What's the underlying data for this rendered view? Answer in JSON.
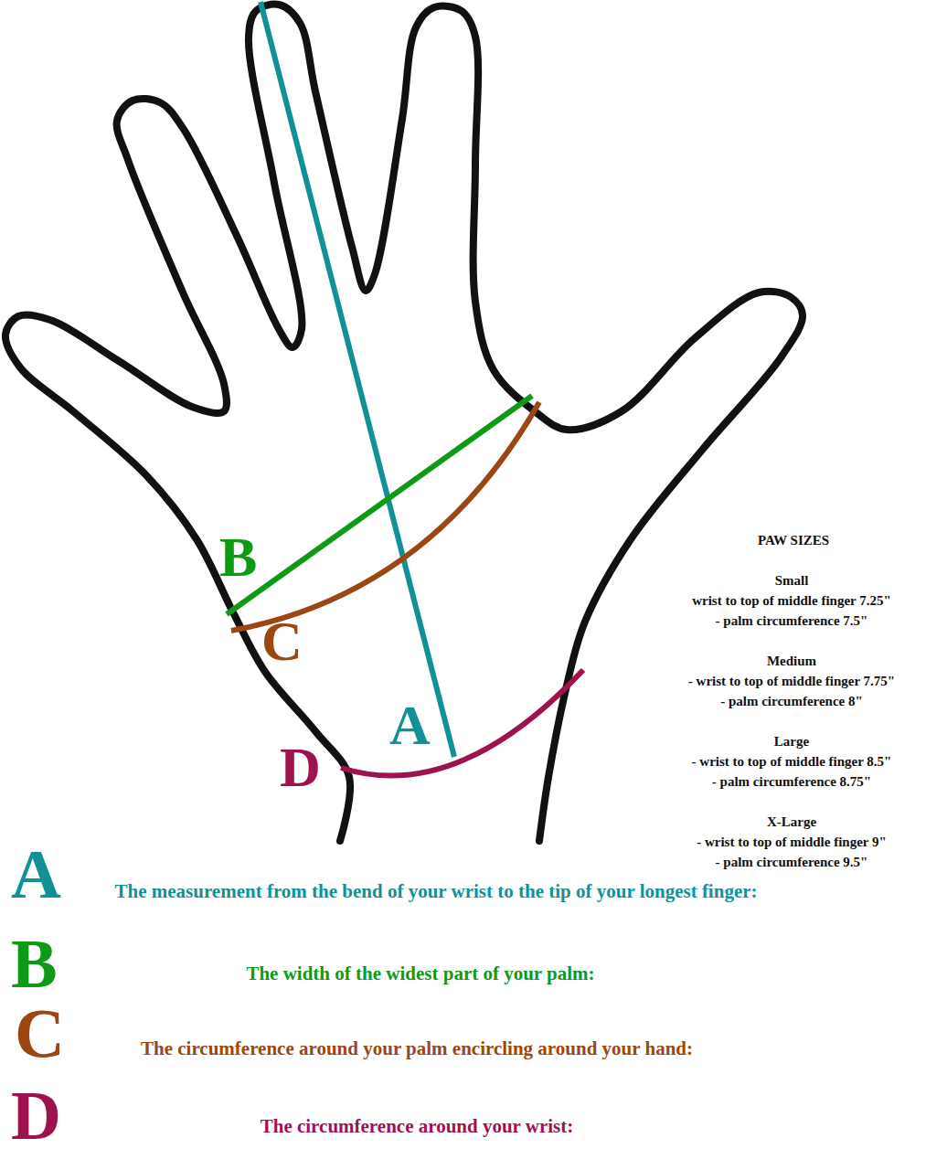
{
  "diagram": {
    "labels": [
      "B",
      "C",
      "A",
      "D",
      "PAW SIZES",
      "Small",
      "wrist to top of middle finger 7.25\"",
      "- palm circumference 7.5\"",
      "Medium",
      "- wrist to top of middle finger 7.75\"",
      "- palm circumference 8\"",
      "Large",
      "- wrist to top of middle finger 8.5\"",
      "- palm circumference 8.75\"",
      "X-Large",
      "- wrist to top of middle finger 9\"",
      "- palm circumference 9.5\"",
      "A",
      "The measurement from the bend of your wrist to the tip of your longest finger:",
      "B",
      "The width of the widest part of your palm:",
      "C",
      "The circumference around your palm encircling around your hand:",
      "D",
      "The circumference around your wrist:"
    ]
  }
}
